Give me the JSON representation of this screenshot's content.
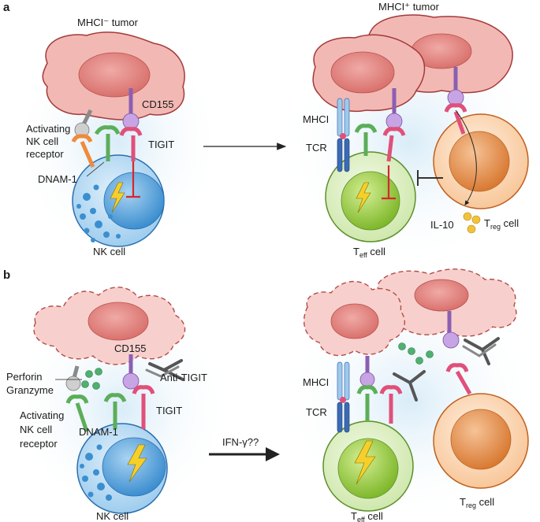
{
  "panels": {
    "a": {
      "letter": "a",
      "left": {
        "tumor_label": "MHCI⁻ tumor",
        "cd155": "CD155",
        "activating_line1": "Activating",
        "activating_line2": "NK cell",
        "activating_line3": "receptor",
        "tigit": "TIGIT",
        "dnam1": "DNAM-1",
        "nk_cell": "NK cell"
      },
      "right": {
        "tumor_label": "MHCI⁺ tumor",
        "mhci": "MHCI",
        "tcr": "TCR",
        "teff_main": "T",
        "teff_sub": "eff",
        "teff_suffix": " cell",
        "il10": "IL-10",
        "treg_main": "T",
        "treg_sub": "reg",
        "treg_suffix": " cell"
      }
    },
    "b": {
      "letter": "b",
      "arrow_label": "IFN-γ??",
      "left": {
        "cd155": "CD155",
        "perforin": "Perforin",
        "granzyme": "Granzyme",
        "anti_tigit": "Anti-TIGIT",
        "activating_line1": "Activating",
        "activating_line2": "NK cell",
        "activating_line3": "receptor",
        "tigit": "TIGIT",
        "dnam1": "DNAM-1",
        "nk_cell": "NK cell"
      },
      "right": {
        "mhci": "MHCI",
        "tcr": "TCR",
        "teff_main": "T",
        "teff_sub": "eff",
        "teff_suffix": " cell",
        "treg_main": "T",
        "treg_sub": "reg",
        "treg_suffix": " cell"
      }
    }
  },
  "colors": {
    "tumor_fill": "#f2b8b4",
    "tumor_stroke": "#a33a3a",
    "tumor_nucleus": "#e58f8b",
    "nk_fill": "#bfe0f4",
    "nk_nucleus": "#5aa4d8",
    "nk_granule": "#3a8fd0",
    "teff_fill": "#d6ecb8",
    "teff_nucleus": "#9ccc4a",
    "treg_fill": "#fbd3b0",
    "treg_nucleus": "#e58a45",
    "cd155": "#b48ad0",
    "tigit": "#e0507a",
    "dnam1": "#5cae58",
    "activating": "#f08a3c",
    "receptor_grey": "#a8a8a8",
    "tcr": "#3b6bb5",
    "mhci": "#9fc9ea",
    "il10": "#f2c23a",
    "perforin": "#3fa060",
    "antibody": "#555555",
    "lightning": "#f6d02a",
    "inhibit": "#d9262c"
  },
  "icons": [
    "lightning-icon",
    "inhibition-icon",
    "antibody-icon"
  ]
}
